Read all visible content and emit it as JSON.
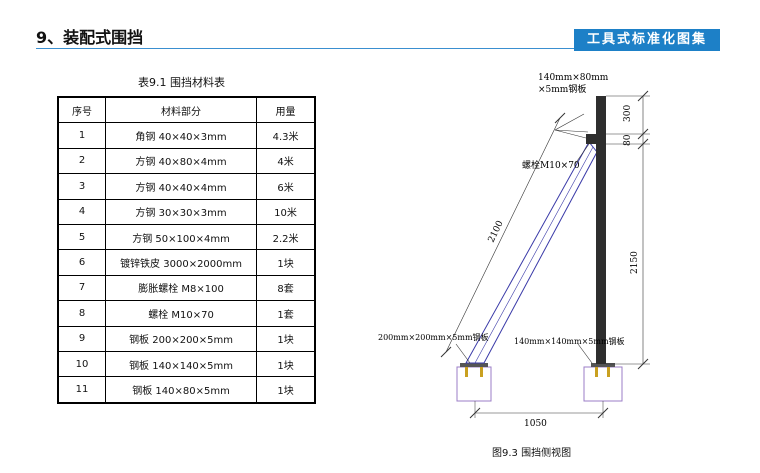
{
  "header": {
    "title": "9、装配式围挡",
    "banner": "工具式标准化图集"
  },
  "table": {
    "caption": "表9.1 围挡材料表",
    "columns": [
      "序号",
      "材料部分",
      "用量"
    ],
    "rows": [
      [
        "1",
        "角钢 40×40×3mm",
        "4.3米"
      ],
      [
        "2",
        "方钢 40×80×4mm",
        "4米"
      ],
      [
        "3",
        "方钢 40×40×4mm",
        "6米"
      ],
      [
        "4",
        "方钢 30×30×3mm",
        "10米"
      ],
      [
        "5",
        "方钢 50×100×4mm",
        "2.2米"
      ],
      [
        "6",
        "镀锌铁皮 3000×2000mm",
        "1块"
      ],
      [
        "7",
        "膨胀螺栓 M8×100",
        "8套"
      ],
      [
        "8",
        "螺栓 M10×70",
        "1套"
      ],
      [
        "9",
        "钢板 200×200×5mm",
        "1块"
      ],
      [
        "10",
        "钢板 140×140×5mm",
        "1块"
      ],
      [
        "11",
        "钢板 140×80×5mm",
        "1块"
      ]
    ]
  },
  "figure": {
    "caption": "图9.3 围挡侧视图",
    "labels": {
      "plate_top_line1": "140mm×80mm",
      "plate_top_line2": "×5mm钢板",
      "bolt": "螺栓M10×70",
      "diag_length": "2100",
      "plate_left": "200mm×200mm×5mm钢板",
      "plate_right": "140mm×140mm×5mm钢板",
      "dim_300": "300",
      "dim_80": "80",
      "dim_2150": "2150",
      "dim_1050": "1050"
    },
    "colors": {
      "post": "#2e2e2e",
      "brace": "#3a3aa8",
      "footing": "#9b7dc7",
      "bolt": "#c9a020"
    }
  }
}
